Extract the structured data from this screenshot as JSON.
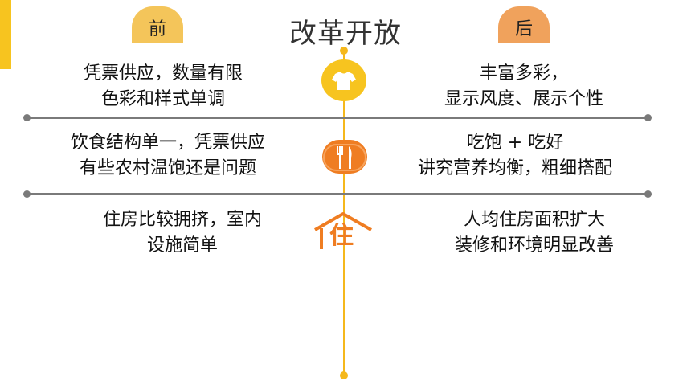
{
  "title": "改革开放",
  "tabs": {
    "before": "前",
    "after": "后"
  },
  "rows": [
    {
      "icon": "clothing-icon",
      "before": [
        "凭票供应，数量有限",
        "色彩和样式单调"
      ],
      "after": [
        "丰富多彩，",
        "显示风度、展示个性"
      ]
    },
    {
      "icon": "food-utensils-icon",
      "before": [
        "饮食结构单一，凭票供应",
        "有些农村温饱还是问题"
      ],
      "after": [
        "吃饱 + 吃好",
        "讲究营养均衡，粗细搭配"
      ]
    },
    {
      "icon": "housing-icon",
      "icon_text": "住",
      "before": [
        "住房比较拥挤，室内",
        "设施简单"
      ],
      "after": [
        "人均住房面积扩大",
        "装修和环境明显改善"
      ]
    }
  ],
  "colors": {
    "accent": "#f7c41f",
    "timeline": "#f5b81c",
    "tab_before": "#f4c55a",
    "tab_after": "#f0a25c",
    "icon_orange": "#ef7d22",
    "divider": "#7a7a7a"
  }
}
